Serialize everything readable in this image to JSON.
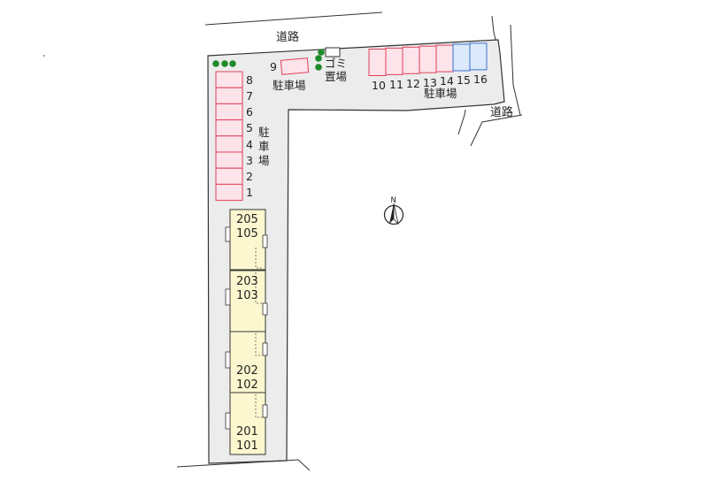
{
  "roads": {
    "top": "道路",
    "right": "道路"
  },
  "garbage": {
    "line1": "ゴミ",
    "line2": "置場"
  },
  "parking": {
    "label": "駐車場",
    "left_label_chars": [
      "駐",
      "車",
      "場"
    ],
    "left_spaces": [
      "8",
      "7",
      "6",
      "5",
      "4",
      "3",
      "2",
      "1"
    ],
    "single_space": "9",
    "top_spaces": [
      "10",
      "11",
      "12",
      "13",
      "14",
      "15",
      "16"
    ],
    "top_space_colors": [
      "red",
      "red",
      "red",
      "red",
      "red",
      "blue",
      "blue"
    ]
  },
  "buildings": [
    {
      "upper": "205",
      "lower": "105"
    },
    {
      "upper": "203",
      "lower": "103"
    },
    {
      "upper": "202",
      "lower": "102"
    },
    {
      "upper": "201",
      "lower": "101"
    }
  ],
  "compass": {
    "north": "N"
  },
  "colors": {
    "lot": "#ececec",
    "parking_red_fill": "#fde3ea",
    "parking_red_stroke": "#e0405a",
    "parking_blue_fill": "#dbe9fb",
    "parking_blue_stroke": "#3a6fd0",
    "building_fill": "#fdf7cf",
    "tree": "#1f8a2a"
  },
  "icons": [
    "tree-icon",
    "north-arrow-icon",
    "garbage-bin-icon"
  ]
}
